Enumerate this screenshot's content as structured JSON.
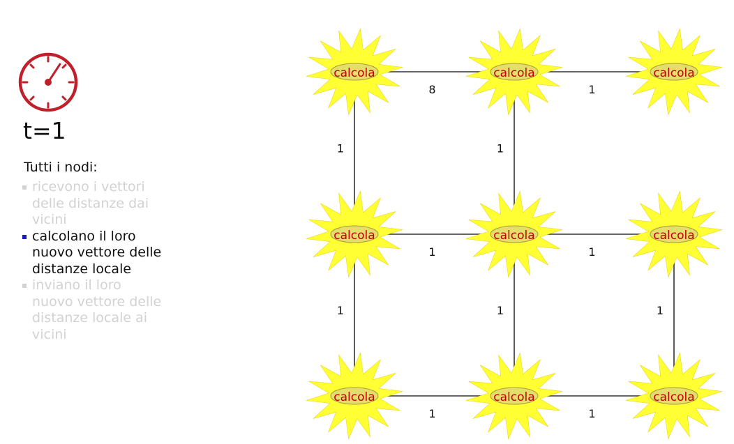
{
  "timer": {
    "label": "t=1",
    "icon": "stopwatch-icon",
    "color": "#c0202a"
  },
  "panel": {
    "heading": "Tutti i nodi:",
    "steps": [
      {
        "lines": [
          "ricevono i vettori",
          "delle distanze dai",
          "vicini"
        ],
        "active": false
      },
      {
        "lines": [
          "calcolano il loro",
          "nuovo vettore delle",
          "distanze locale"
        ],
        "active": true
      },
      {
        "lines": [
          "inviano il loro",
          "nuovo vettore delle",
          "distanze locale ai",
          "vicini"
        ],
        "active": false
      }
    ]
  },
  "network": {
    "node_label": "calcola",
    "node_color": "#ffff33",
    "label_color": "#c00000",
    "grid": {
      "rows": 3,
      "cols": 3
    },
    "edges": [
      {
        "from": [
          0,
          0
        ],
        "to": [
          0,
          1
        ],
        "weight": "8"
      },
      {
        "from": [
          0,
          1
        ],
        "to": [
          0,
          2
        ],
        "weight": "1"
      },
      {
        "from": [
          0,
          0
        ],
        "to": [
          1,
          0
        ],
        "weight": "1"
      },
      {
        "from": [
          0,
          1
        ],
        "to": [
          1,
          1
        ],
        "weight": "1"
      },
      {
        "from": [
          1,
          0
        ],
        "to": [
          1,
          1
        ],
        "weight": "1"
      },
      {
        "from": [
          1,
          1
        ],
        "to": [
          1,
          2
        ],
        "weight": "1"
      },
      {
        "from": [
          1,
          0
        ],
        "to": [
          2,
          0
        ],
        "weight": "1"
      },
      {
        "from": [
          1,
          1
        ],
        "to": [
          2,
          1
        ],
        "weight": "1"
      },
      {
        "from": [
          1,
          2
        ],
        "to": [
          2,
          2
        ],
        "weight": "1"
      },
      {
        "from": [
          2,
          0
        ],
        "to": [
          2,
          1
        ],
        "weight": "1"
      },
      {
        "from": [
          2,
          1
        ],
        "to": [
          2,
          2
        ],
        "weight": "1"
      }
    ]
  }
}
